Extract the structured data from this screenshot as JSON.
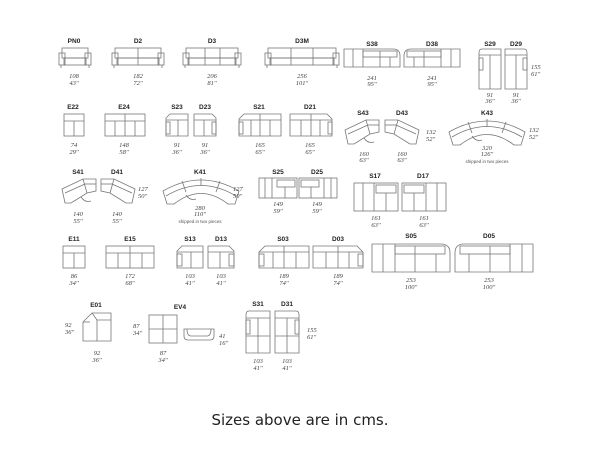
{
  "unit_note": "Sizes above are in cms.",
  "modules": {
    "PN0": {
      "code": "PN0",
      "cm": "108",
      "in": "43\""
    },
    "D2": {
      "code": "D2",
      "cm": "182",
      "in": "72\""
    },
    "D3": {
      "code": "D3",
      "cm": "206",
      "in": "81\""
    },
    "D3M": {
      "code": "D3M",
      "cm": "256",
      "in": "101\""
    },
    "S38": {
      "code": "S38",
      "cm": "241",
      "in": "95\""
    },
    "D38": {
      "code": "D38",
      "cm": "241",
      "in": "95\""
    },
    "S29": {
      "code": "S29",
      "cm": "91",
      "in": "36\""
    },
    "D29": {
      "code": "D29",
      "cm": "91",
      "in": "36\"",
      "depth_cm": "155",
      "depth_in": "61\""
    },
    "E22": {
      "code": "E22",
      "cm": "74",
      "in": "29\""
    },
    "E24": {
      "code": "E24",
      "cm": "148",
      "in": "58\""
    },
    "S23": {
      "code": "S23",
      "cm": "91",
      "in": "36\""
    },
    "D23": {
      "code": "D23",
      "cm": "91",
      "in": "36\""
    },
    "S21": {
      "code": "S21",
      "cm": "165",
      "in": "65\""
    },
    "D21": {
      "code": "D21",
      "cm": "165",
      "in": "65\""
    },
    "S43": {
      "code": "S43",
      "cm": "160",
      "in": "63\""
    },
    "D43": {
      "code": "D43",
      "cm": "160",
      "in": "63\"",
      "depth_cm": "132",
      "depth_in": "52\""
    },
    "K43": {
      "code": "K43",
      "cm": "320",
      "in": "126\"",
      "depth_cm": "132",
      "depth_in": "52\"",
      "note": "shipped in two pieces"
    },
    "S41": {
      "code": "S41",
      "cm": "140",
      "in": "55\""
    },
    "D41": {
      "code": "D41",
      "cm": "140",
      "in": "55\"",
      "depth_cm": "127",
      "depth_in": "50\""
    },
    "K41": {
      "code": "K41",
      "cm": "280",
      "in": "110\"",
      "depth_cm": "127",
      "depth_in": "50\"",
      "note": "shipped in two pieces"
    },
    "S25": {
      "code": "S25",
      "cm": "149",
      "in": "59\""
    },
    "D25": {
      "code": "D25",
      "cm": "149",
      "in": "59\""
    },
    "S17": {
      "code": "S17",
      "cm": "161",
      "in": "63\""
    },
    "D17": {
      "code": "D17",
      "cm": "161",
      "in": "63\""
    },
    "E11": {
      "code": "E11",
      "cm": "86",
      "in": "34\""
    },
    "E15": {
      "code": "E15",
      "cm": "172",
      "in": "68\""
    },
    "S13": {
      "code": "S13",
      "cm": "103",
      "in": "41\""
    },
    "D13": {
      "code": "D13",
      "cm": "103",
      "in": "41\""
    },
    "S03": {
      "code": "S03",
      "cm": "189",
      "in": "74\""
    },
    "D03": {
      "code": "D03",
      "cm": "189",
      "in": "74\""
    },
    "S05": {
      "code": "S05",
      "cm": "253",
      "in": "100\""
    },
    "D05": {
      "code": "D05",
      "cm": "253",
      "in": "100\""
    },
    "E01": {
      "code": "E01",
      "cm": "92",
      "in": "36\"",
      "depth_cm": "92",
      "depth_in": "36\""
    },
    "EV4": {
      "code": "EV4",
      "cm": "87",
      "in": "34\"",
      "depth_cm": "87",
      "depth_in": "34\""
    },
    "EV4_ottoman": {
      "height_cm": "41",
      "height_in": "16\""
    },
    "S31": {
      "code": "S31",
      "cm": "103",
      "in": "41\""
    },
    "D31": {
      "code": "D31",
      "cm": "103",
      "in": "41\"",
      "depth_cm": "155",
      "depth_in": "61\""
    }
  }
}
